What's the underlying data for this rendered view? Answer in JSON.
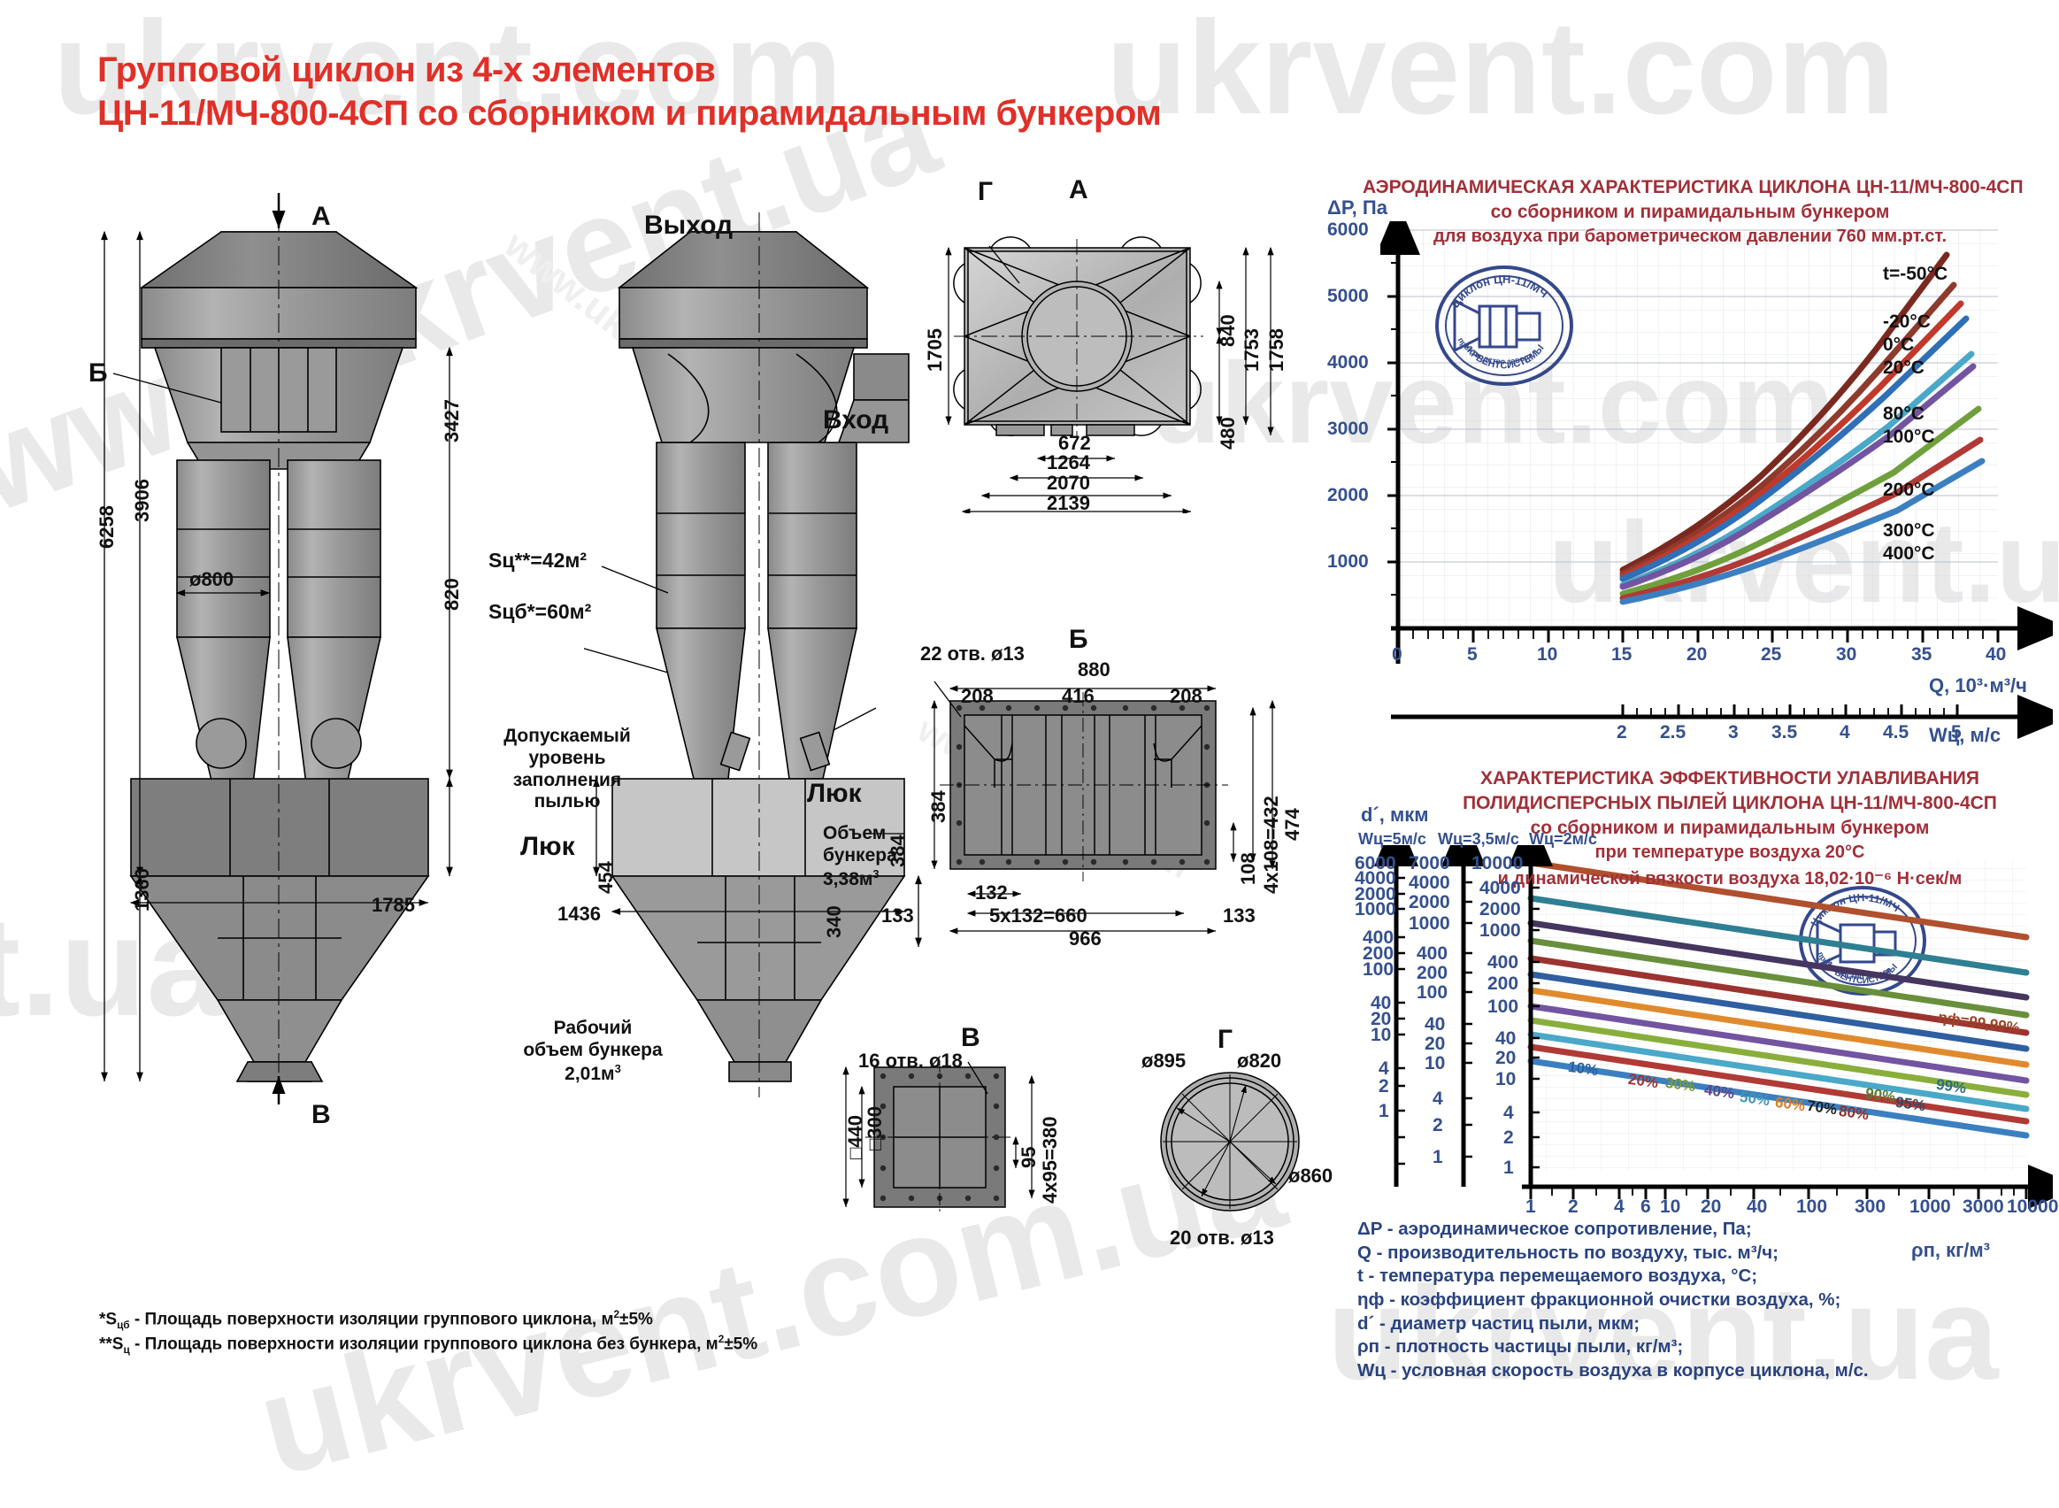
{
  "title": {
    "line1": "Групповой циклон из 4-х элементов",
    "line2": "ЦН-11/МЧ-800-4СП со сборником и пирамидальным бункером",
    "color": "#e03028"
  },
  "watermarks": [
    "ukrvent.com",
    "www.ukrvent.ua",
    "ukrvent.ua",
    "ukrvent.com.ua",
    "www.ukrvent.com"
  ],
  "views": {
    "front": {
      "marks": {
        "a": "А",
        "b": "Б",
        "v": "В"
      },
      "dims": [
        "6258",
        "3906",
        "3427",
        "ø800",
        "820",
        "1360",
        "1785"
      ]
    },
    "side": {
      "outlet_label": "Выход",
      "inlet_label": "Вход",
      "s_cyclone": "S",
      "s_cyclone_sub": "ц",
      "s_cyclone_sup": "**=42м",
      "s_cyclone_value": "Sц**=42м²",
      "s_bunker_value": "Sцб*=60м²",
      "dust_level": "Допускаемый\nуровень\nзаполнения\nпылью",
      "hatch_left": "Люк",
      "hatch_right": "Люк",
      "bunker_volume": "Объем\nбункера\n3,38м³",
      "work_volume": "Рабочий\nобъем бункера\n2,01м³",
      "dims": [
        "454",
        "1436",
        "340",
        "384"
      ]
    },
    "section_a": {
      "mark": "А",
      "mark_g": "Г",
      "dims": [
        "1705",
        "840",
        "480",
        "1753",
        "1758",
        "672",
        "1264",
        "2070",
        "2139"
      ]
    },
    "section_b": {
      "mark": "Б",
      "holes": "22 отв. ø13",
      "dims": [
        "880",
        "208",
        "416",
        "208",
        "384",
        "108",
        "4х108=432",
        "474",
        "132",
        "5х132=660",
        "966",
        "133",
        "133"
      ]
    },
    "section_v": {
      "mark": "В",
      "holes": "16 отв. ø18",
      "dims": [
        "□300",
        "□440",
        "95",
        "4х95=380"
      ]
    },
    "section_g": {
      "mark": "Г",
      "holes": "20 отв. ø13",
      "dims": [
        "ø895",
        "ø820",
        "ø860"
      ]
    }
  },
  "footnotes": {
    "line1": "*Sцб - Площадь поверхности изоляции группового циклона, м²±5%",
    "line2": "**Sц - Площадь поверхности изоляции группового циклона без бункера, м²±5%"
  },
  "stamp": {
    "top_text": "Циклон ЦН-11/МЧ",
    "bottom_text": "производство завода УКРВЕНТСИСТЕМЫ"
  },
  "chart_data": [
    {
      "type": "line",
      "id": "aerodynamic",
      "title": "АЭРОДИНАМИЧЕСКАЯ ХАРАКТЕРИСТИКА ЦИКЛОНА ЦН-11/МЧ-800-4СП",
      "subtitle": "со сборником и пирамидальным бункером",
      "subtitle2": "для воздуха при барометрическом давлении 760 мм.рт.ст.",
      "ylabel": "ΔP, Па",
      "xlabel": "Q, 10³·м³/ч",
      "xlabel2": "Wц, м/с",
      "xlim": [
        0,
        40
      ],
      "ylim": [
        0,
        6000
      ],
      "xticks": [
        0,
        5,
        10,
        15,
        20,
        25,
        30,
        35,
        40
      ],
      "xticks2": [
        2,
        2.5,
        3,
        3.5,
        4,
        4.5,
        5
      ],
      "yticks": [
        1000,
        2000,
        3000,
        4000,
        5000,
        6000
      ],
      "grid": true,
      "legend_position": "right-inline",
      "series": [
        {
          "name": "t=-50°C",
          "color": "#7b2920",
          "x": [
            15,
            20,
            25,
            30,
            35,
            37
          ],
          "y": [
            880,
            1560,
            2550,
            3750,
            5050,
            5650
          ]
        },
        {
          "name": "-20°C",
          "color": "#8e3a2c",
          "x": [
            15,
            20,
            25,
            30,
            35,
            37.5
          ],
          "y": [
            830,
            1450,
            2350,
            3460,
            4650,
            5180
          ]
        },
        {
          "name": "0°C",
          "color": "#c0392b",
          "x": [
            15,
            20,
            25,
            30,
            35,
            38
          ],
          "y": [
            790,
            1370,
            2220,
            3270,
            4400,
            4930
          ]
        },
        {
          "name": "20°C",
          "color": "#2f6fb5",
          "x": [
            15,
            20,
            25,
            30,
            35,
            38.5
          ],
          "y": [
            750,
            1300,
            2100,
            3090,
            4160,
            4700
          ]
        },
        {
          "name": "80°C",
          "color": "#4aa8c8",
          "x": [
            15,
            20,
            25,
            30,
            35,
            39
          ],
          "y": [
            660,
            1140,
            1840,
            2700,
            3650,
            4150
          ]
        },
        {
          "name": "100°C",
          "color": "#7254a0",
          "x": [
            15,
            20,
            25,
            30,
            35,
            39
          ],
          "y": [
            630,
            1090,
            1760,
            2590,
            3500,
            3980
          ]
        },
        {
          "name": "200°C",
          "color": "#6fa03c",
          "x": [
            15,
            20,
            25,
            30,
            35,
            39.5
          ],
          "y": [
            520,
            900,
            1460,
            2140,
            2900,
            3350
          ]
        },
        {
          "name": "300°C",
          "color": "#b03a35",
          "x": [
            15,
            20,
            25,
            30,
            35,
            39.5
          ],
          "y": [
            450,
            780,
            1260,
            1850,
            2500,
            2880
          ]
        },
        {
          "name": "400°C",
          "color": "#3c7fc0",
          "x": [
            15,
            20,
            25,
            30,
            35,
            39.5
          ],
          "y": [
            395,
            685,
            1105,
            1625,
            2200,
            2540
          ]
        }
      ]
    },
    {
      "type": "line",
      "id": "efficiency",
      "title": "ХАРАКТЕРИСТИКА ЭФФЕКТИВНОСТИ УЛАВЛИВАНИЯ",
      "title2": "ПОЛИДИСПЕРСНЫХ ПЫЛЕЙ ЦИКЛОНА ЦН-11/МЧ-800-4СП",
      "subtitle": "со сборником и пирамидальным бункером",
      "subtitle2": "при температуре воздуха 20°C",
      "subtitle3": "и динамической вязкости воздуха  18,02·10⁻⁶ Н·сек/м",
      "ylabel": "d´, мкм",
      "xlabel": "ρп, кг/м³",
      "yaxes": [
        {
          "name": "Wц=5м/с",
          "ticks": [
            "6000",
            "4000",
            "2000",
            "1000",
            "400",
            "200",
            "100",
            "40",
            "20",
            "10",
            "4",
            "2",
            "1"
          ]
        },
        {
          "name": "Wц=3,5м/с",
          "ticks": [
            "7000",
            "4000",
            "2000",
            "1000",
            "400",
            "200",
            "100",
            "40",
            "20",
            "10",
            "4",
            "2",
            "1"
          ]
        },
        {
          "name": "Wц=2м/с",
          "ticks": [
            "10000",
            "4000",
            "2000",
            "1000",
            "400",
            "200",
            "100",
            "40",
            "20",
            "10",
            "4",
            "2",
            "1"
          ]
        }
      ],
      "xticks": [
        "1",
        "2",
        "4",
        "6",
        "10",
        "20",
        "40",
        "100",
        "300",
        "1000",
        "3000",
        "10000"
      ],
      "grid": true,
      "series": [
        {
          "name": "10%",
          "color": "#3c7fc0"
        },
        {
          "name": "20%",
          "color": "#b03a35"
        },
        {
          "name": "30%",
          "color": "#8aae3c"
        },
        {
          "name": "40%",
          "color": "#7254a0"
        },
        {
          "name": "50%",
          "color": "#4aa8c8"
        },
        {
          "name": "60%",
          "color": "#e08a2e"
        },
        {
          "name": "70%",
          "color": "#2f5fa0"
        },
        {
          "name": "80%",
          "color": "#9b3430"
        },
        {
          "name": "90%",
          "color": "#6a8f3c"
        },
        {
          "name": "95%",
          "color": "#45355f"
        },
        {
          "name": "99%",
          "color": "#2f7f92"
        },
        {
          "name": "ηф=99,99%",
          "color": "#b0502e"
        }
      ]
    }
  ],
  "legend_terms": [
    "ΔP - аэродинамическое сопротивление, Па;",
    "Q - производительность по воздуху, тыс. м³/ч;",
    "t - температура перемещаемого воздуха, °C;",
    "ηф - коэффициент фракционной очистки воздуха, %;",
    "d´ - диаметр частиц пыли, мкм;",
    "ρп - плотность частицы пыли, кг/м³;",
    "Wц - условная скорость воздуха в корпусе циклона, м/с."
  ]
}
